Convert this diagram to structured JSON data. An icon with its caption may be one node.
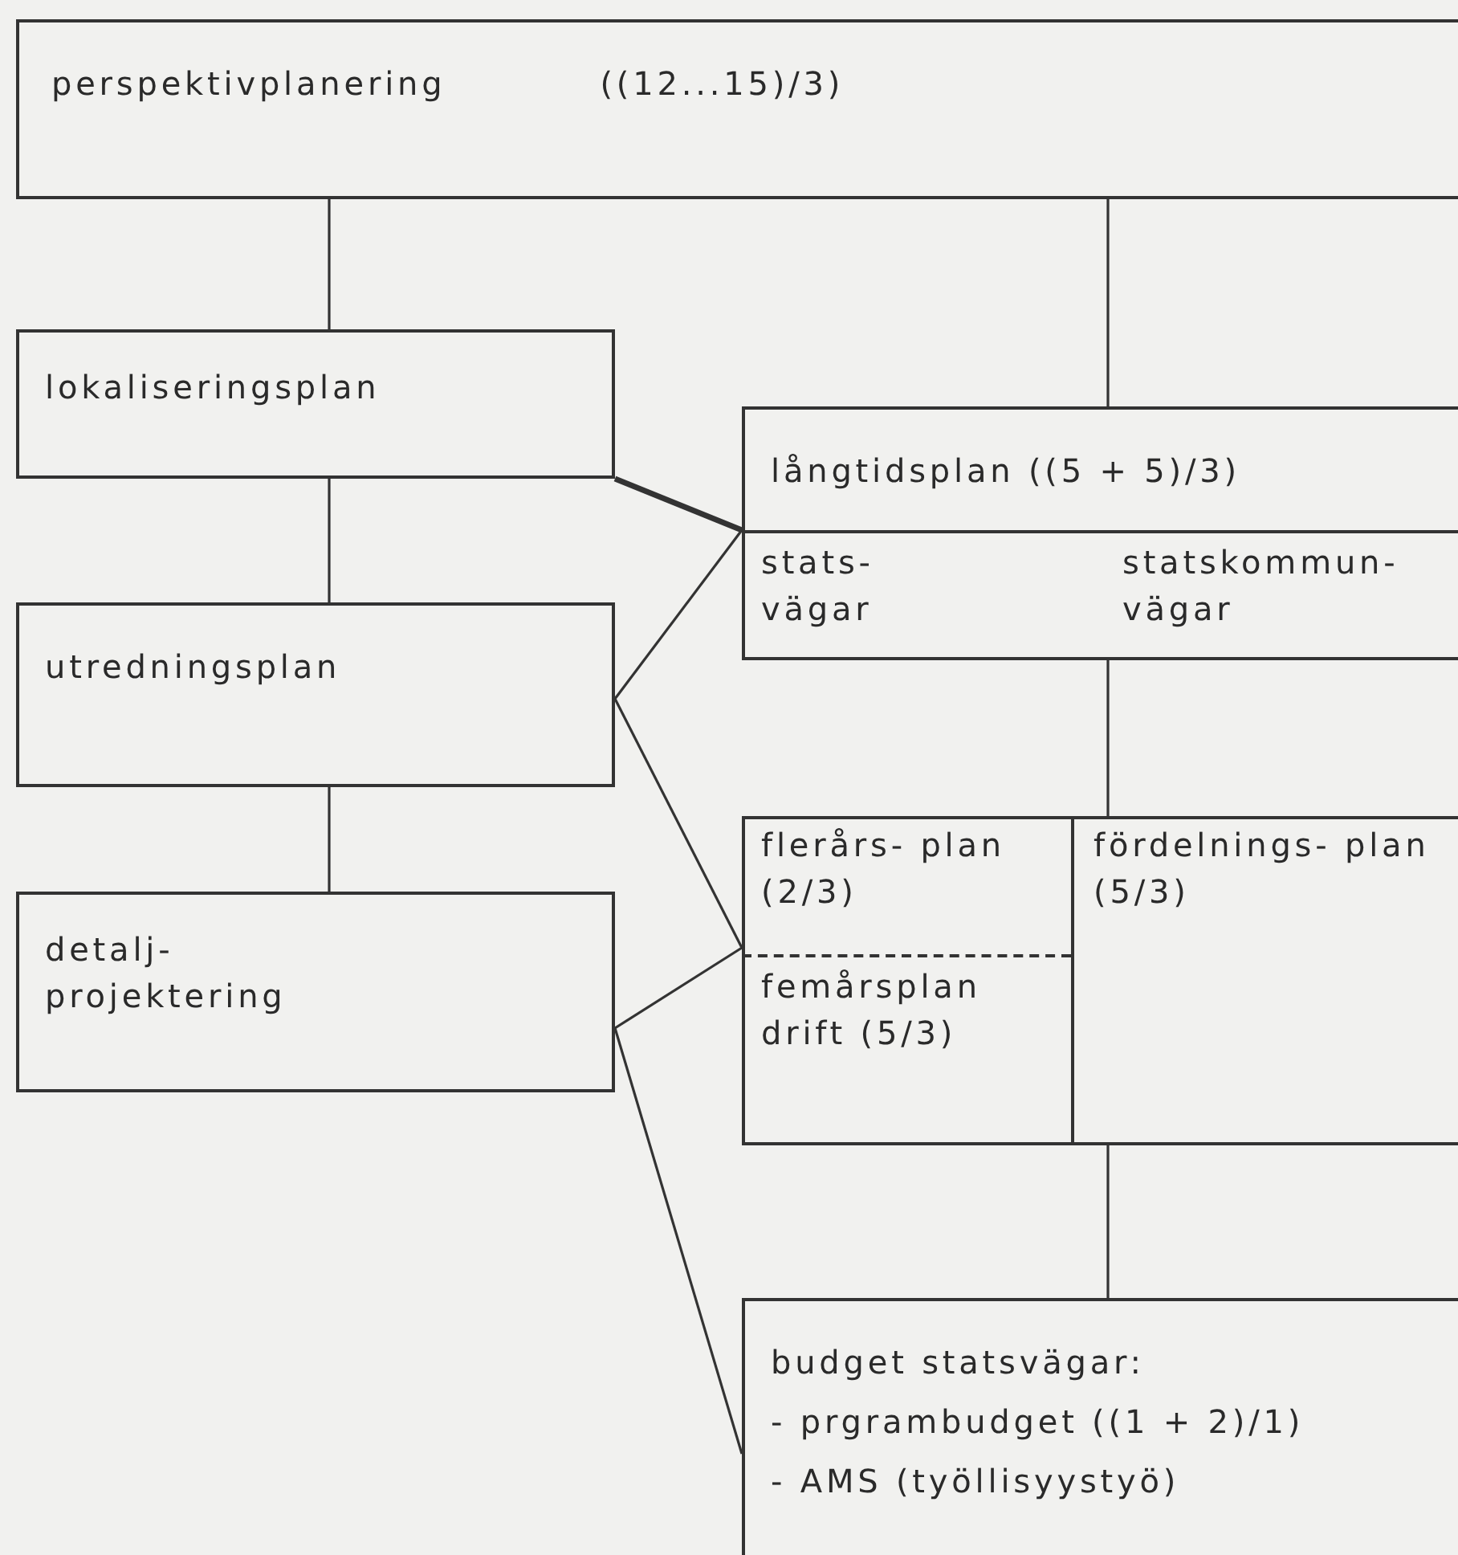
{
  "diagram": {
    "nodes": [
      {
        "text": [
          "perspektivplanering",
          "((12...15)/3)"
        ]
      },
      {
        "text": [
          "lokaliseringsplan"
        ]
      },
      {
        "text": [
          "utredningsplan"
        ]
      },
      {
        "text": [
          "detalj- projektering"
        ]
      },
      {
        "text": [
          "långtidsplan ((5 + 5)/3)"
        ]
      },
      {
        "text": [
          "stats- vägar"
        ],
        "in": 4
      },
      {
        "text": [
          "statskommun- vägar"
        ],
        "in": 4
      },
      {
        "text": [],
        "shape": "box"
      },
      {
        "text": [
          "flerårs- plan (2/3)"
        ],
        "in": 7
      },
      {
        "text": [
          "femårsplan drift (5/3)"
        ],
        "in": 7
      },
      {
        "text": [
          "fördelnings- plan (5/3)"
        ],
        "in": 7
      },
      {
        "text": [
          "budget statsvägar:",
          "- prgrambudget ((1 + 2)/1)",
          "- AMS (työllisyystyö)"
        ]
      }
    ],
    "edges": [
      {
        "from": 0,
        "to": 1,
        "arrow": "none"
      },
      {
        "from": 1,
        "to": 2,
        "arrow": "none"
      },
      {
        "from": 2,
        "to": 3,
        "arrow": "none"
      },
      {
        "from": 0,
        "to": 4,
        "arrow": "none"
      },
      {
        "from": 4,
        "to": 7,
        "arrow": "none"
      },
      {
        "from": 7,
        "to": 11,
        "arrow": "none"
      },
      {
        "from": 1,
        "to": 4,
        "arrow": "none",
        "style": "thick"
      },
      {
        "from": 2,
        "to": 4,
        "arrow": "none"
      },
      {
        "from": 2,
        "to": 8,
        "arrow": "none"
      },
      {
        "from": 3,
        "to": 8,
        "arrow": "none"
      },
      {
        "from": 3,
        "to": 11,
        "arrow": "none"
      }
    ]
  }
}
